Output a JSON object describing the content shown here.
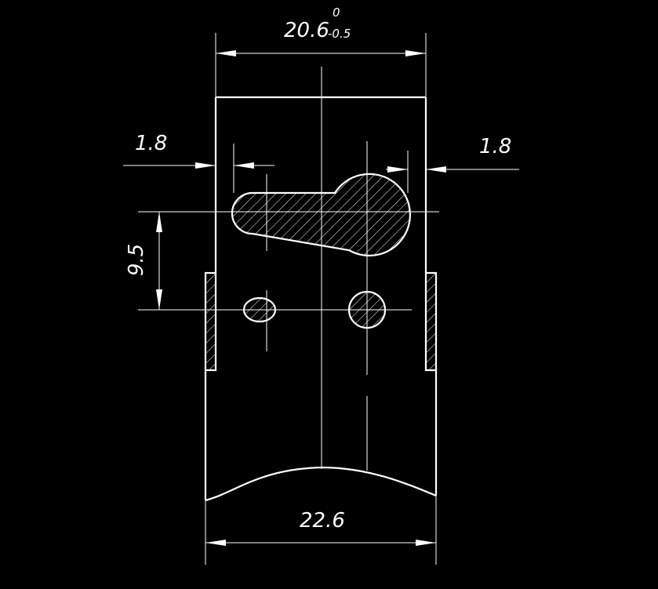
{
  "diagram": {
    "colors": {
      "background": "#000000",
      "stroke": "#ffffff"
    },
    "dimensions": {
      "top_width": {
        "value": "20.6",
        "upper_tol": "0",
        "lower_tol": "-0.5"
      },
      "left_offset": "1.8",
      "right_offset": "1.8",
      "vertical_spacing": "9.5",
      "bottom_width": "22.6"
    }
  }
}
